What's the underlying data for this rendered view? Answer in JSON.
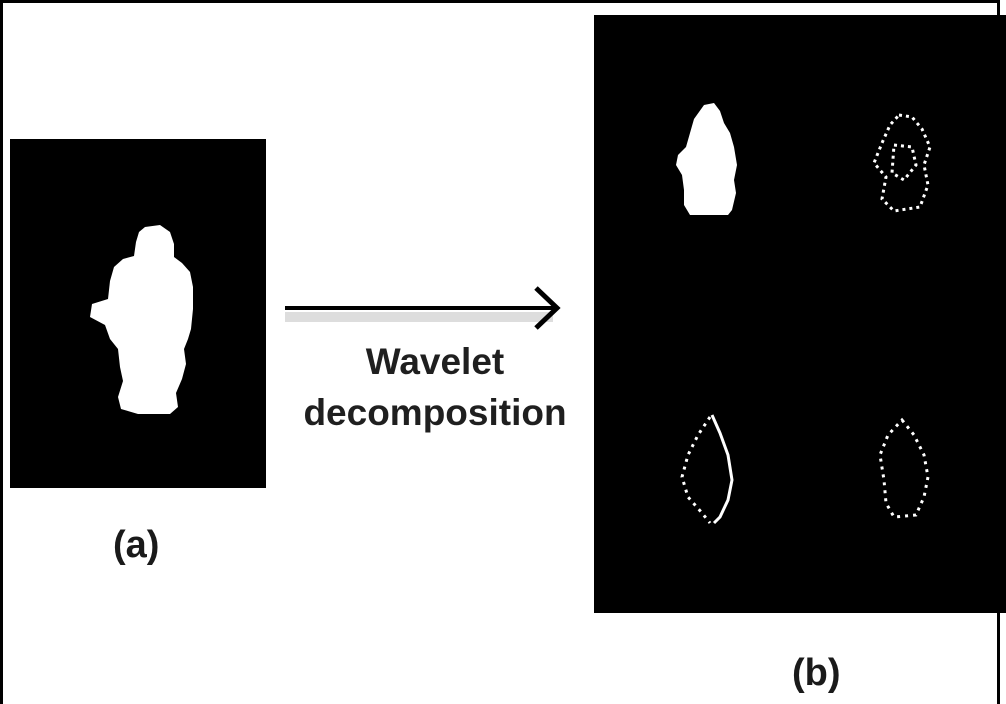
{
  "caption_a": "(a)",
  "caption_b": "(b)",
  "arrow_label": {
    "line1": "Wavelet",
    "line2": "decomposition"
  }
}
